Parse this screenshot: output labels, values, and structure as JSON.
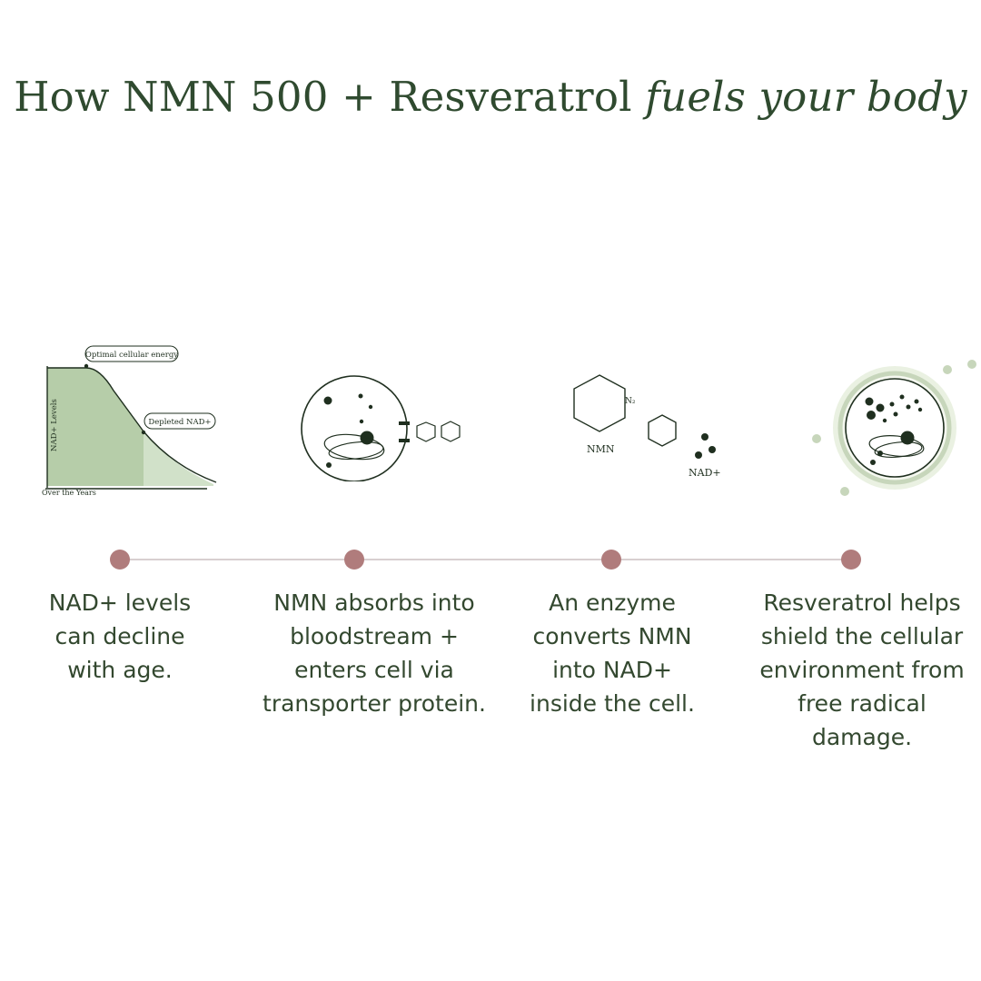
{
  "title": {
    "main": "How NMN 500 + Resveratrol ",
    "italic": "fuels your body"
  },
  "graph": {
    "y_label": "NAD+ Levels",
    "x_label": "Over the Years",
    "callout_top": "Optimal cellular energy",
    "callout_bottom": "Depleted NAD+"
  },
  "molecule": {
    "nmn_label": "NMN",
    "n2_label": "N₂",
    "nad_label": "NAD+"
  },
  "steps": [
    {
      "text": "NAD+ levels can decline with age."
    },
    {
      "text": "NMN absorbs into bloodstream + enters cell via transporter protein."
    },
    {
      "text": "An enzyme converts NMN into NAD+ inside the cell."
    },
    {
      "text": "Resveratrol helps shield the cellular environment from free radical damage."
    }
  ],
  "colors": {
    "title": "#2f4a2f",
    "text": "#33482f",
    "dot": "#b07c7c",
    "line": "#d8cfd0",
    "graph_fill": "#a9c49a",
    "ink": "#1f2f1f"
  }
}
